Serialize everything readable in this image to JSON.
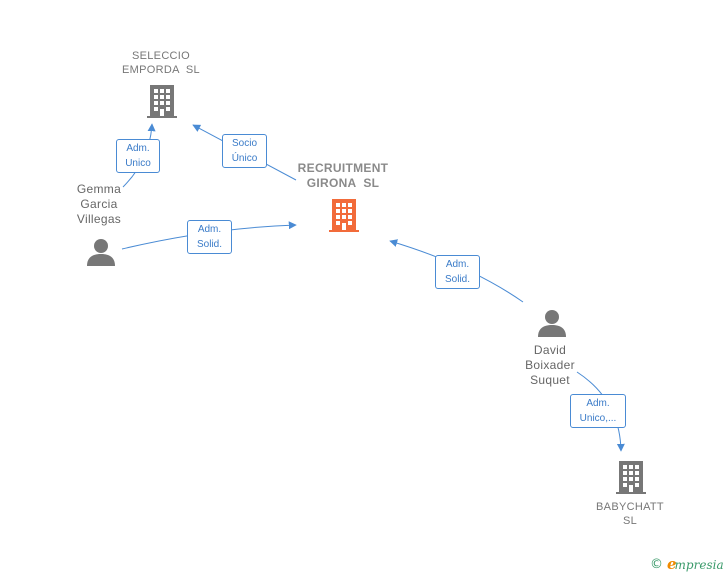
{
  "colors": {
    "edge": "#4a8bd4",
    "company_icon": "#777777",
    "main_company_icon": "#f26b3a",
    "person_icon": "#777777",
    "brand_green": "#3a9a6a",
    "brand_orange": "#f08a00"
  },
  "nodes": {
    "seleccio": {
      "line1": "SELECCIO",
      "line2": "EMPORDA  SL",
      "icon": "building-icon"
    },
    "recruitment": {
      "line1": "RECRUITMENT",
      "line2": "GIRONA  SL",
      "icon": "building-icon"
    },
    "gemma": {
      "line1": "Gemma",
      "line2": "Garcia",
      "line3": "Villegas",
      "icon": "person-icon"
    },
    "david": {
      "line1": "David",
      "line2": "Boixader",
      "line3": "Suquet",
      "icon": "person-icon"
    },
    "babychatt": {
      "line1": "BABYCHATT",
      "line2": "SL",
      "icon": "building-icon"
    }
  },
  "edges": {
    "gemma_seleccio": {
      "line1": "Adm.",
      "line2": "Unico"
    },
    "recruitment_seleccio": {
      "line1": "Socio",
      "line2": "Único"
    },
    "gemma_recruitment": {
      "line1": "Adm.",
      "line2": "Solid."
    },
    "david_recruitment": {
      "line1": "Adm.",
      "line2": "Solid."
    },
    "david_babychatt": {
      "line1": "Adm.",
      "line2": "Unico,..."
    }
  },
  "footer": {
    "copyright": "©",
    "brand_initial": "e",
    "brand_rest": "mpresia"
  }
}
